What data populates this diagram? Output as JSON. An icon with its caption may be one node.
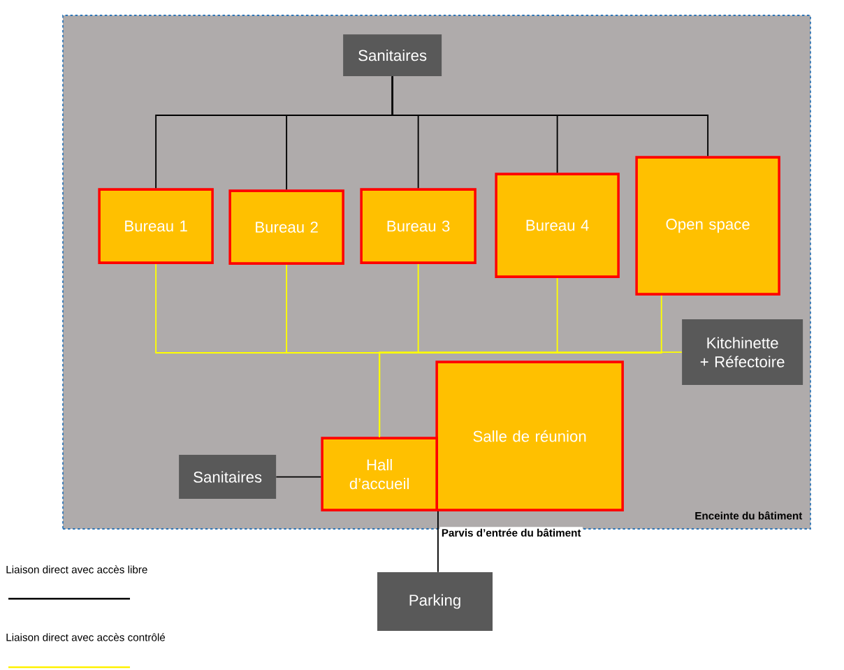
{
  "diagram": {
    "nodes": [
      {
        "text": [
          "Enceinte du bâtiment"
        ]
      },
      {
        "text": [
          "Sanitaires"
        ],
        "in": 0
      },
      {
        "text": [
          "Bureau 1"
        ],
        "in": 0
      },
      {
        "text": [
          "Bureau 2"
        ],
        "in": 0
      },
      {
        "text": [
          "Bureau 3"
        ],
        "in": 0
      },
      {
        "text": [
          "Bureau 4"
        ],
        "in": 0
      },
      {
        "text": [
          "Open space"
        ],
        "in": 0
      },
      {
        "text": [
          "Kitchinette + Réfectoire"
        ],
        "in": 0
      },
      {
        "text": [
          "Salle de réunion"
        ],
        "in": 0
      },
      {
        "text": [
          "Hall d’accueil"
        ],
        "in": 0
      },
      {
        "text": [
          "Sanitaires"
        ],
        "in": 0
      },
      {
        "text": [
          "Parking"
        ]
      }
    ],
    "edges": [
      {
        "from": 1,
        "to": 2,
        "arrow": "none"
      },
      {
        "from": 1,
        "to": 3,
        "arrow": "none"
      },
      {
        "from": 1,
        "to": 4,
        "arrow": "none"
      },
      {
        "from": 1,
        "to": 5,
        "arrow": "none"
      },
      {
        "from": 1,
        "to": 6,
        "arrow": "none"
      },
      {
        "from": 2,
        "to": 9,
        "arrow": "none",
        "color": "#ffff00"
      },
      {
        "from": 3,
        "to": 9,
        "arrow": "none",
        "color": "#ffff00"
      },
      {
        "from": 4,
        "to": 9,
        "arrow": "none",
        "color": "#ffff00"
      },
      {
        "from": 5,
        "to": 9,
        "arrow": "none",
        "color": "#ffff00"
      },
      {
        "from": 6,
        "to": 9,
        "arrow": "none",
        "color": "#ffff00"
      },
      {
        "from": 7,
        "to": 9,
        "arrow": "none",
        "color": "#ffff00"
      },
      {
        "from": 10,
        "to": 9,
        "arrow": "none"
      },
      {
        "from": 9,
        "to": 11,
        "arrow": "none",
        "label": "Parvis d’entrée du bâtiment"
      }
    ],
    "legend": [
      {
        "text": "Liaison direct avec accès libre"
      },
      {
        "text": "Liaison direct avec accès contrôlé"
      }
    ]
  }
}
